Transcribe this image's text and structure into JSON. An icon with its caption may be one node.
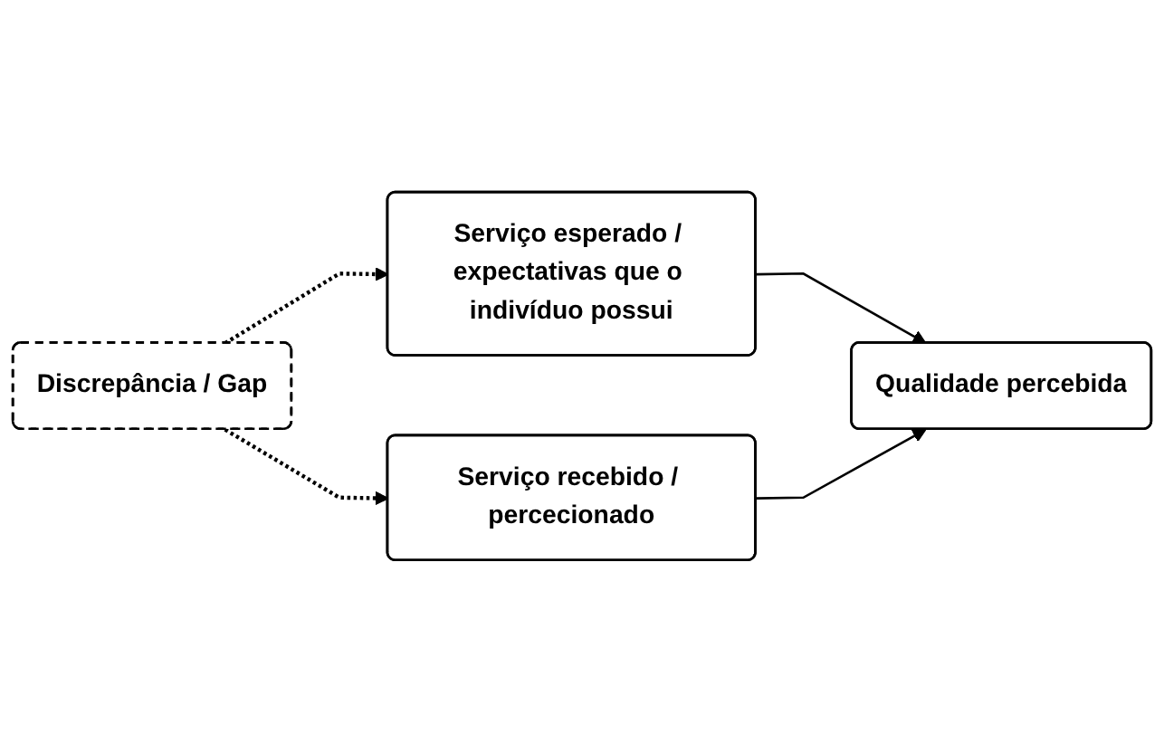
{
  "diagram": {
    "nodes": [
      {
        "text": [
          "Serviço esperado / expectativas que o indivíduo possui"
        ]
      },
      {
        "text": [
          "Discrepância / Gap"
        ]
      },
      {
        "text": [
          "Serviço recebido / percecionado"
        ]
      },
      {
        "text": [
          "Qualidade percebida"
        ]
      }
    ],
    "edges": [
      {
        "from": 1,
        "to": 0,
        "arrow": "to",
        "style": "dashed"
      },
      {
        "from": 1,
        "to": 2,
        "arrow": "to",
        "style": "dashed"
      },
      {
        "from": 0,
        "to": 3,
        "arrow": "to"
      },
      {
        "from": 2,
        "to": 3,
        "arrow": "to"
      }
    ]
  }
}
